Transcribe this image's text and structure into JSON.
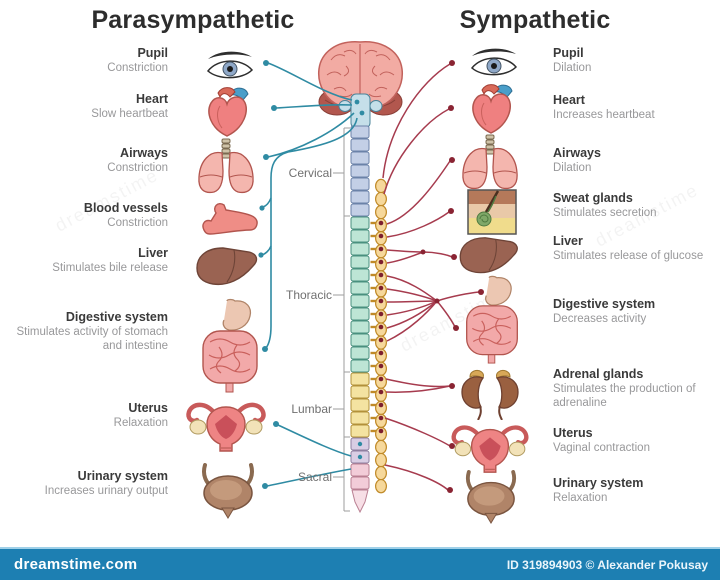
{
  "titles": {
    "parasympathetic": "Parasympathetic",
    "sympathetic": "Sympathetic"
  },
  "left_items": [
    {
      "name": "Pupil",
      "desc": "Constriction"
    },
    {
      "name": "Heart",
      "desc": "Slow heartbeat"
    },
    {
      "name": "Airways",
      "desc": "Constriction"
    },
    {
      "name": "Blood vessels",
      "desc": "Constriction"
    },
    {
      "name": "Liver",
      "desc": "Stimulates bile release"
    },
    {
      "name": "Digestive system",
      "desc": "Stimulates activity of stomach and intestine"
    },
    {
      "name": "Uterus",
      "desc": "Relaxation"
    },
    {
      "name": "Urinary system",
      "desc": "Increases urinary output"
    }
  ],
  "right_items": [
    {
      "name": "Pupil",
      "desc": "Dilation"
    },
    {
      "name": "Heart",
      "desc": "Increases heartbeat"
    },
    {
      "name": "Airways",
      "desc": "Dilation"
    },
    {
      "name": "Sweat glands",
      "desc": "Stimulates secretion"
    },
    {
      "name": "Liver",
      "desc": "Stimulates release of glucose"
    },
    {
      "name": "Digestive system",
      "desc": "Decreases activity"
    },
    {
      "name": "Adrenal glands",
      "desc": "Stimulates the production of adrenaline"
    },
    {
      "name": "Uterus",
      "desc": "Vaginal contraction"
    },
    {
      "name": "Urinary system",
      "desc": "Relaxation"
    }
  ],
  "spine_labels": {
    "cervical": "Cervical",
    "thoracic": "Thoracic",
    "lumbar": "Lumbar",
    "sacral": "Sacral"
  },
  "footer": {
    "site": "dreamstime.com",
    "credit": "ID 319894903 © Alexander Pokusay"
  },
  "watermark": {
    "text": "dreamstime"
  },
  "colors": {
    "parasympathetic_nerve": "#2f8ba3",
    "sympathetic_nerve": "#a63b4e",
    "cervical_segment": "#c3cfe6",
    "thoracic_segment": "#bde5d5",
    "lumbar_segment": "#f4e3a1",
    "sacral_segment": "#f2ccd8",
    "sympathetic_chain": "#f6d89b",
    "footer_bar": "#1d7fb2"
  }
}
